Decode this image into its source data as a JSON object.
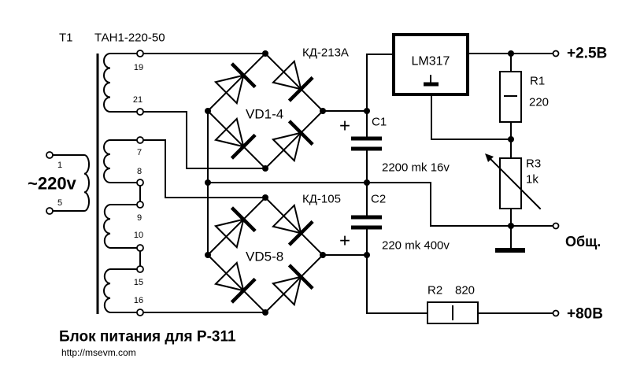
{
  "colors": {
    "background": "#ffffff",
    "ink": "#000000"
  },
  "title": "Блок питания для Р-311",
  "url": "http://msevm.com",
  "transformer": {
    "ref": "T1",
    "model": "ТАН1-220-50",
    "primary_voltage": "~220v",
    "primary_pins": [
      "1",
      "5"
    ],
    "secondary_pins": [
      "19",
      "21",
      "7",
      "8",
      "9",
      "10",
      "15",
      "16"
    ]
  },
  "bridges": [
    {
      "ref": "VD1-4",
      "part": "КД-213А"
    },
    {
      "ref": "VD5-8",
      "part": "КД-105"
    }
  ],
  "capacitors": [
    {
      "ref": "C1",
      "value": "2200 mk 16v",
      "polarity": "+"
    },
    {
      "ref": "C2",
      "value": "220 mk 400v",
      "polarity": "+"
    }
  ],
  "regulator": {
    "part": "LM317"
  },
  "resistors": [
    {
      "ref": "R1",
      "value": "220"
    },
    {
      "ref": "R2",
      "value": "820"
    },
    {
      "ref": "R3",
      "value": "1k"
    }
  ],
  "outputs": [
    {
      "label": "+2.5В"
    },
    {
      "label": "Общ."
    },
    {
      "label": "+80В"
    }
  ]
}
